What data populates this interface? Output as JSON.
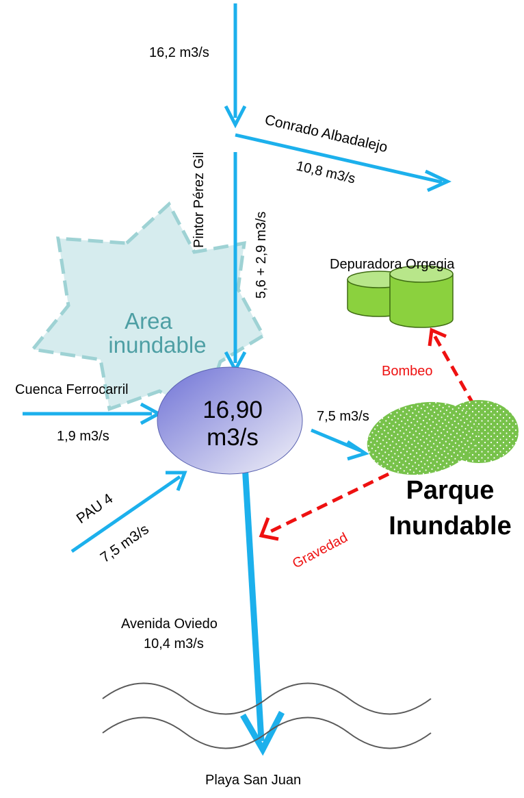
{
  "colors": {
    "flow": "#1CB0EC",
    "pump": "#EE1111",
    "star_fill": "#D6ECEE",
    "star_stroke": "#9ED2D4",
    "star_text": "#4E9FA4",
    "park": "#77C24A",
    "tank": "#8BD13E",
    "tank_top": "#B8E68A",
    "hub_start": "#6F72D6",
    "hub_end": "#F2F2F8",
    "waves": "#595959",
    "text": "#000000"
  },
  "hub": {
    "value": "16,90",
    "unit": "m3/s"
  },
  "flood_area": {
    "line1": "Area",
    "line2": "inundable"
  },
  "inflow_top": {
    "flow": "16,2 m3/s"
  },
  "conrado": {
    "street": "Conrado Albadalejo",
    "flow": "10,8 m3/s"
  },
  "pintor": {
    "street": "Pintor Pérez Gil",
    "flow": "5,6 + 2,9 m3/s"
  },
  "cuenca": {
    "label": "Cuenca Ferrocarril",
    "flow": "1,9 m3/s"
  },
  "pau": {
    "label": "PAU 4",
    "flow": "7,5 m3/s"
  },
  "to_park": {
    "flow": "7,5 m3/s"
  },
  "avenida": {
    "label": "Avenida Oviedo",
    "flow": "10,4 m3/s"
  },
  "depuradora": {
    "label": "Depuradora Orgegia"
  },
  "park": {
    "line1": "Parque",
    "line2": "Inundable"
  },
  "bombeo": {
    "label": "Bombeo"
  },
  "gravedad": {
    "label": "Gravedad"
  },
  "beach": {
    "label": "Playa San Juan"
  }
}
